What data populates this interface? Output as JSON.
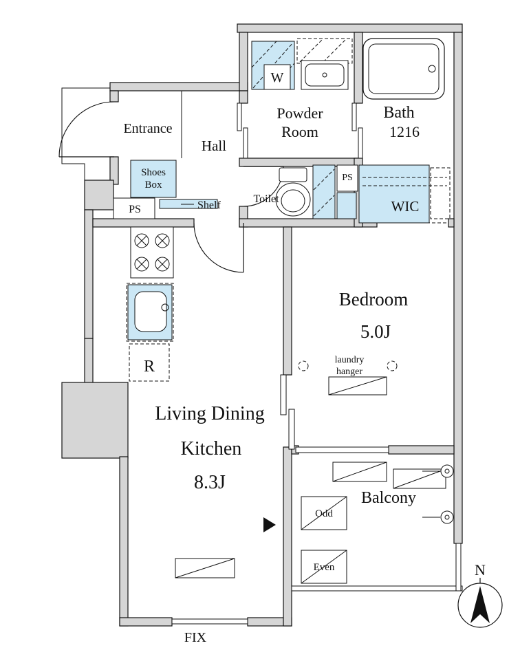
{
  "colors": {
    "wall_fill": "#d6d6d6",
    "fixture_blue": "#cbe7f5",
    "line": "#111111",
    "background": "#ffffff"
  },
  "rooms": {
    "entrance": "Entrance",
    "hall": "Hall",
    "powder_line1": "Powder",
    "powder_line2": "Room",
    "bath": "Bath",
    "bath_size": "1216",
    "toilet": "Toilet",
    "wic": "WIC",
    "bedroom": "Bedroom",
    "bedroom_size": "5.0J",
    "ldk_line1": "Living Dining",
    "ldk_line2": "Kitchen",
    "ldk_size": "8.3J",
    "balcony": "Balcony"
  },
  "fixtures": {
    "washer": "W",
    "shoes_box_line1": "Shoes",
    "shoes_box_line2": "Box",
    "ps_hall": "PS",
    "ps_toilet": "PS",
    "shelf": "Shelf",
    "refrigerator": "R",
    "laundry_hanger_line1": "laundry",
    "laundry_hanger_line2": "hanger",
    "balcony_odd": "Odd",
    "balcony_even": "Even",
    "fix_window": "FIX",
    "compass_north": "N"
  }
}
